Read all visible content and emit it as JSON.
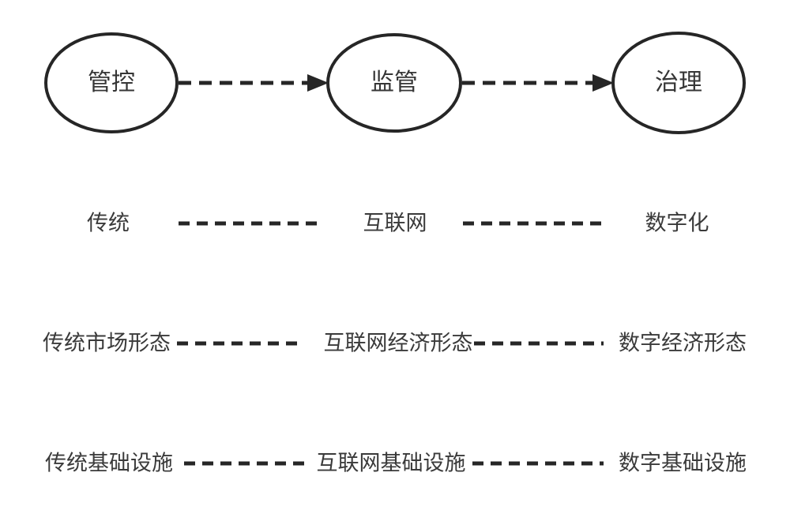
{
  "diagram": {
    "nodes": [
      {
        "id": "control",
        "label": "管控"
      },
      {
        "id": "supervision",
        "label": "监管"
      },
      {
        "id": "governance",
        "label": "治理"
      }
    ],
    "connections": [
      {
        "from": "管控",
        "to": "监管",
        "style": "dashed-arrow"
      },
      {
        "from": "监管",
        "to": "治理",
        "style": "dashed-arrow"
      }
    ],
    "rows": [
      {
        "left": "传统",
        "middle": "互联网",
        "right": "数字化"
      },
      {
        "left": "传统市场形态",
        "middle": "互联网经济形态",
        "right": "数字经济形态"
      },
      {
        "left": "传统基础设施",
        "middle": "互联网基础设施",
        "right": "数字基础设施"
      }
    ],
    "colors": {
      "ink": "#262626",
      "text": "#3a3a3a",
      "background": "#ffffff"
    }
  }
}
